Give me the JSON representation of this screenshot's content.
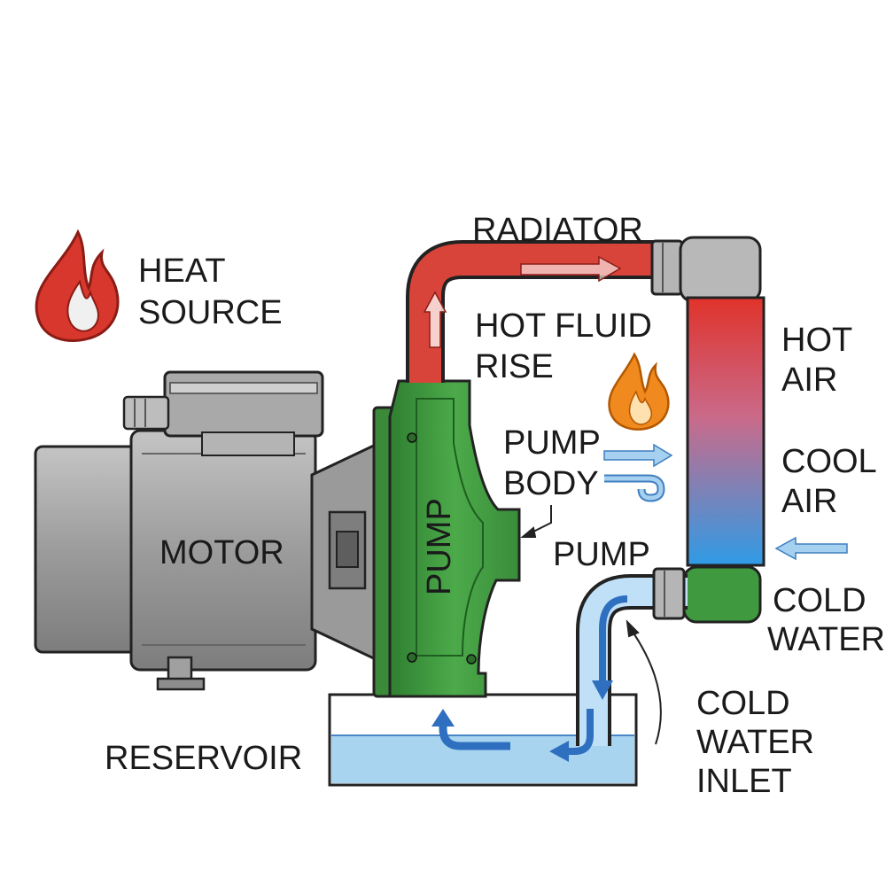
{
  "labels": {
    "heat_source": [
      "HEAT",
      "SOURCE"
    ],
    "radiator": "RADIATOR",
    "hot_fluid_rise": [
      "HOT FLUID",
      "RISE"
    ],
    "hot_air": [
      "HOT",
      "AIR"
    ],
    "cool_air": [
      "COOL",
      "AIR"
    ],
    "pump_body": [
      "PUMP",
      "BODY"
    ],
    "pump_side": "PUMP",
    "pump_housing": "PUMP",
    "motor": "MOTOR",
    "cold_water": [
      "COLD",
      "WATER"
    ],
    "cold_water_inlet": [
      "COLD",
      "WATER",
      "INLET"
    ],
    "reservoir": "RESERVOIR"
  },
  "colors": {
    "hot": "#d9443a",
    "cold": "#3f8fd9",
    "pump": "#3f9a3f",
    "motor": "#a8a8a8",
    "water": "#a8d4f0",
    "flame_red": "#d7372d",
    "flame_orange": "#f08a1e"
  },
  "icons": [
    "flame-icon",
    "small-flame-icon",
    "airflow-arrow-icon"
  ]
}
